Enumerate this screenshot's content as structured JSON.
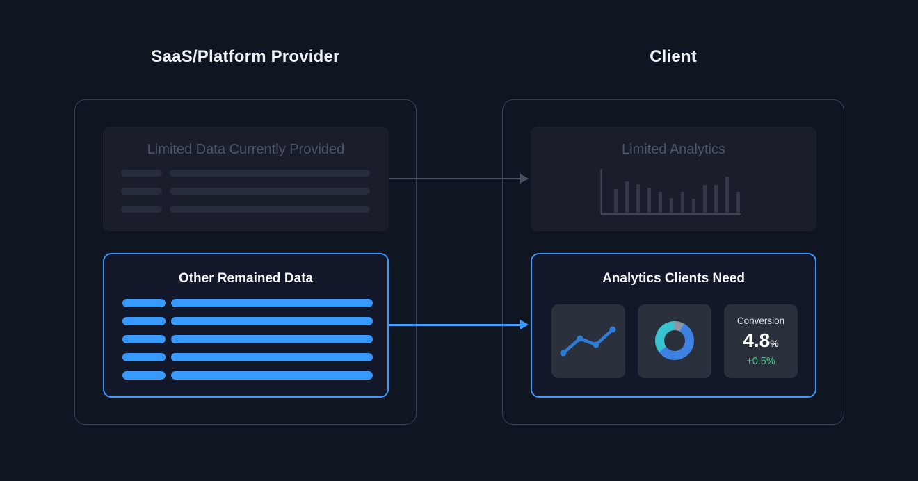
{
  "titles": {
    "left": "SaaS/Platform Provider",
    "right": "Client"
  },
  "left_panel": {
    "top_card": {
      "title": "Limited Data Currently Provided",
      "skeleton_rows": 3
    },
    "bottom_card": {
      "title": "Other Remained Data",
      "skeleton_rows": 5
    }
  },
  "right_panel": {
    "top_card": {
      "title": "Limited Analytics",
      "chart": {
        "type": "bar",
        "bar_heights": [
          34,
          45,
          41,
          36,
          30,
          21,
          30,
          20,
          40,
          40,
          52,
          30
        ],
        "axes_shown": true
      }
    },
    "bottom_card": {
      "title": "Analytics Clients Need",
      "line_widget": {
        "type": "line",
        "points": [
          [
            17,
            70
          ],
          [
            41,
            49
          ],
          [
            64,
            58
          ],
          [
            88,
            36
          ]
        ]
      },
      "donut_widget": {
        "type": "donut",
        "segments": [
          {
            "name": "gray",
            "color": "#8e96a4",
            "pct": 8
          },
          {
            "name": "blue",
            "color": "#3d82e2",
            "pct": 57
          },
          {
            "name": "teal",
            "color": "#38c3cf",
            "pct": 35
          }
        ]
      },
      "conversion_widget": {
        "label": "Conversion",
        "value": "4.8",
        "unit": "%",
        "delta": "+0.5%"
      }
    }
  },
  "colors": {
    "accent_blue": "#3899ff",
    "muted_skeleton_bar": "#272d3a",
    "arrow_gray": "#4a5160",
    "chart_bar_gray": "#333947",
    "chart_axis_gray": "#3d4452",
    "line_chart_blue": "#2e7cd6",
    "delta_green": "#41c982"
  }
}
